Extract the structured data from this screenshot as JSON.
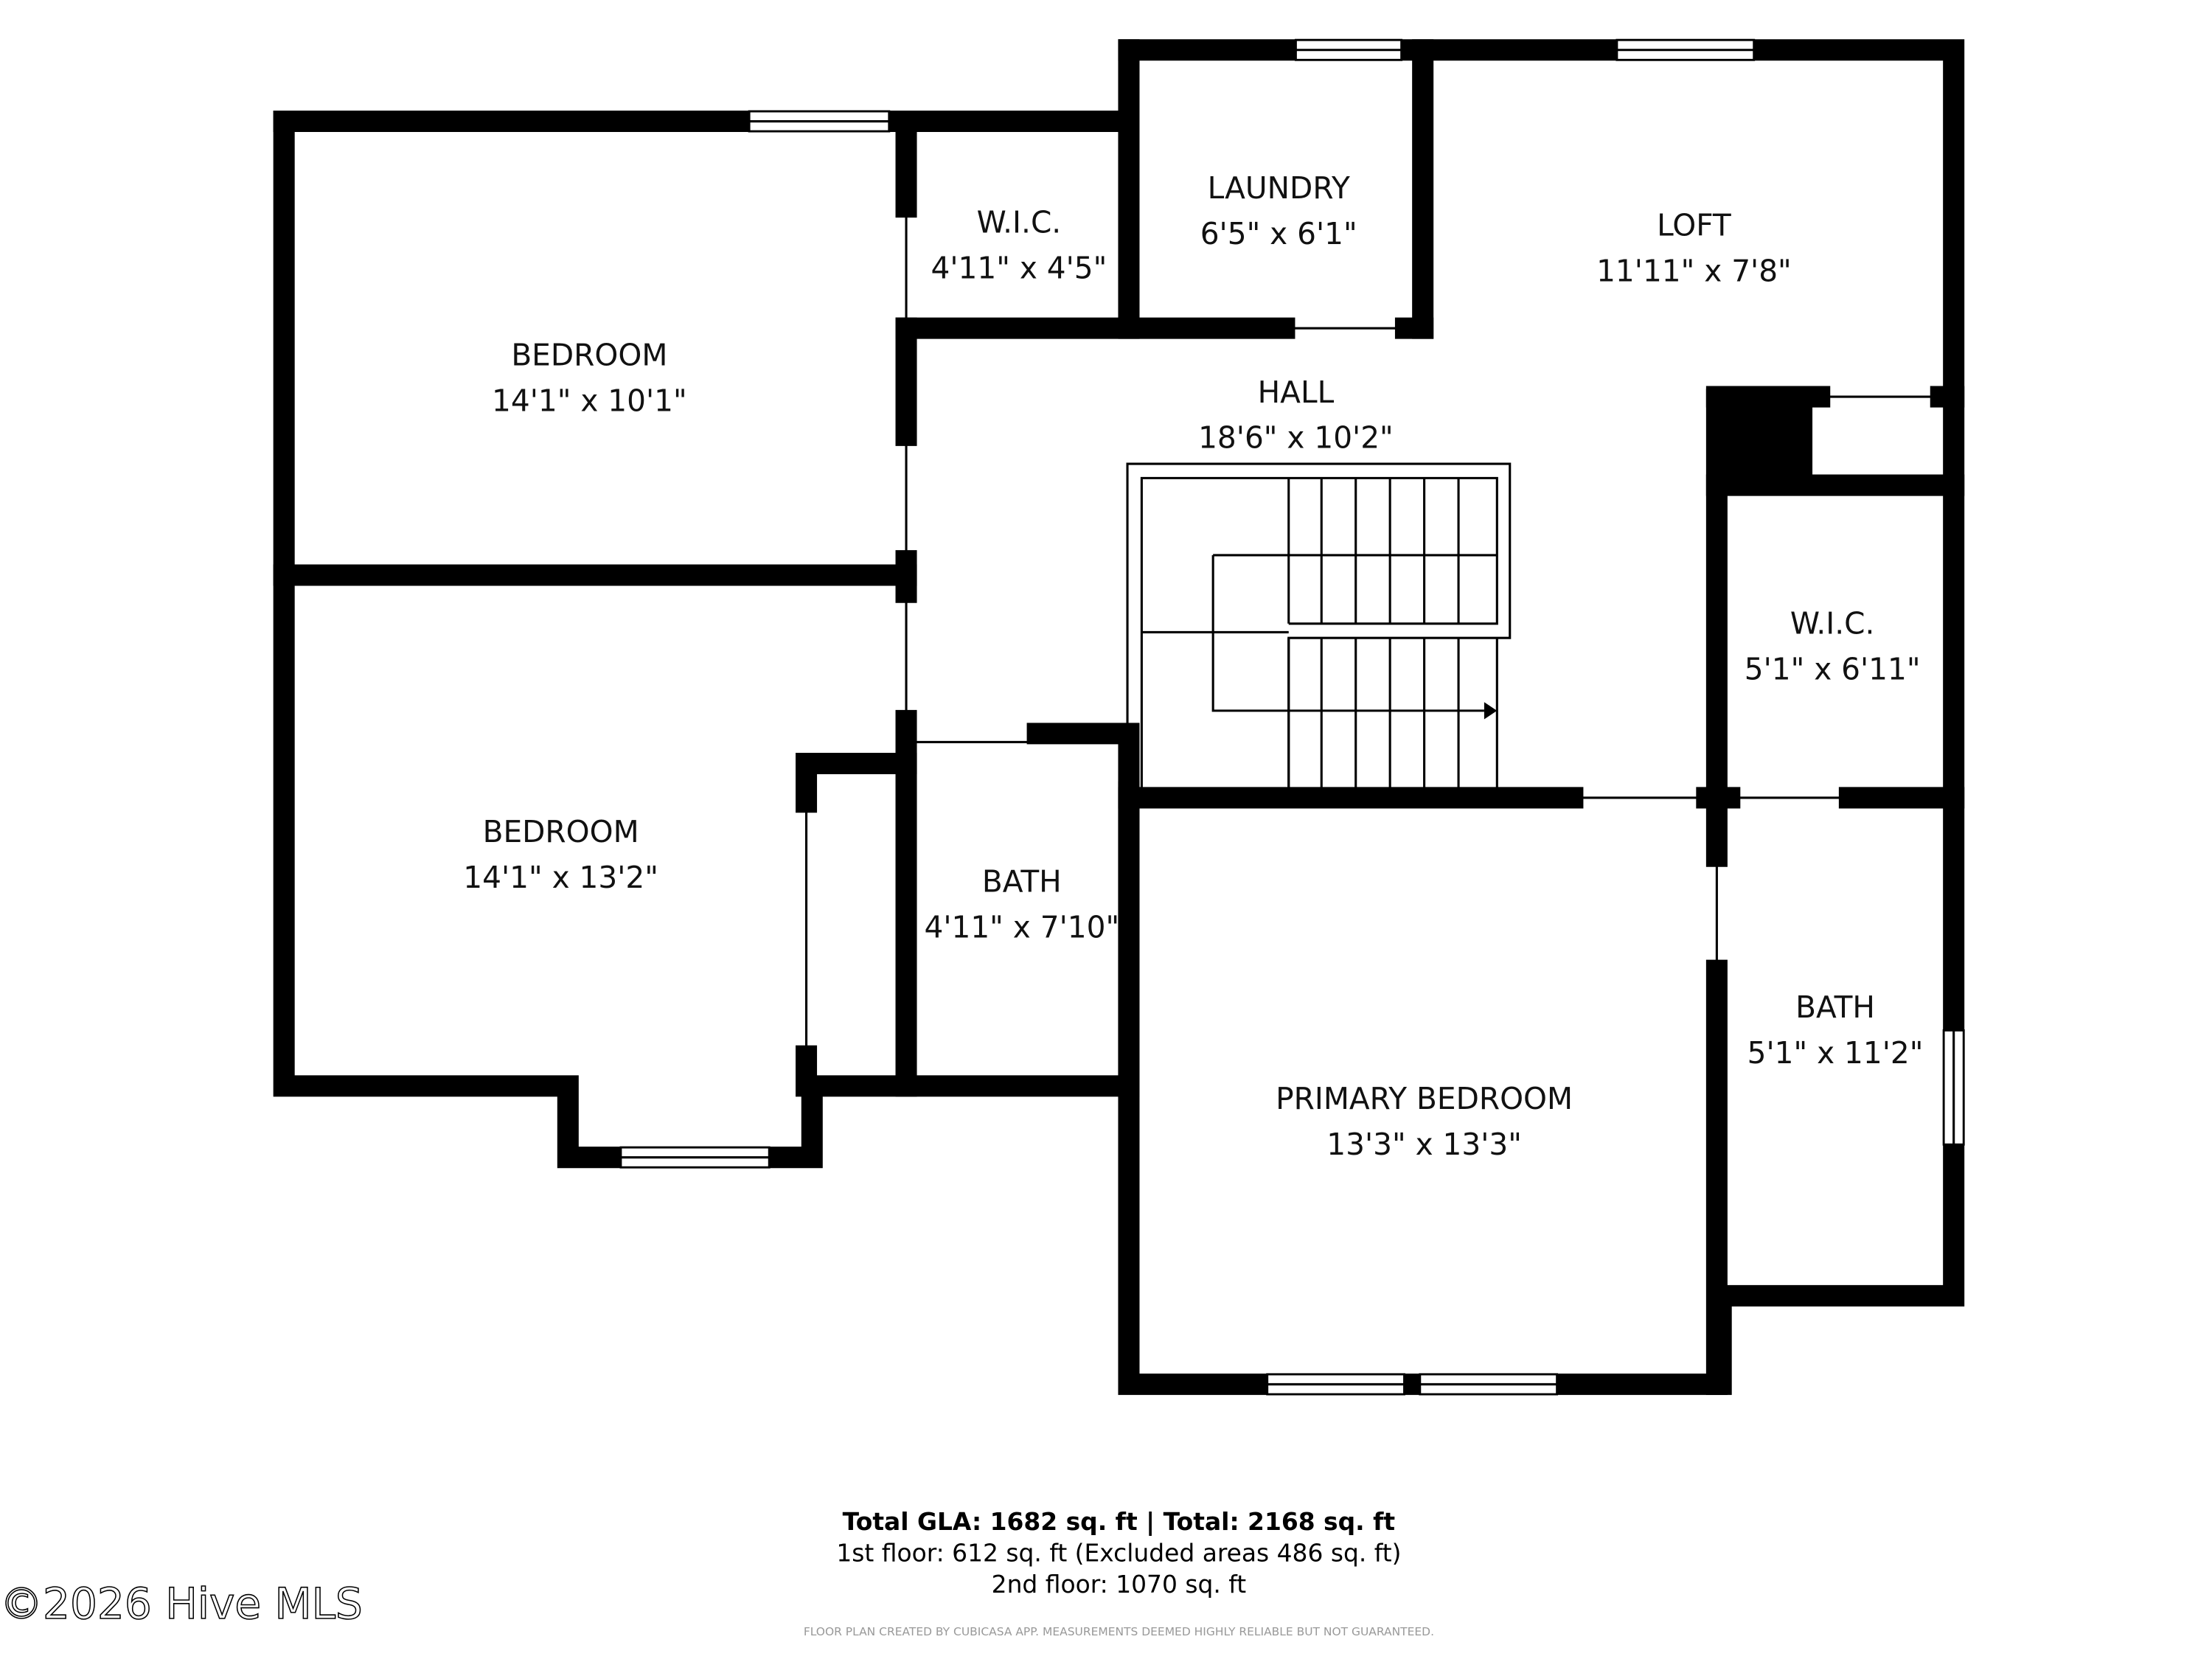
{
  "rooms": [
    {
      "name": "BEDROOM",
      "dims": "14'1\" x 10'1\""
    },
    {
      "name": "W.I.C.",
      "dims": "4'11\" x 4'5\""
    },
    {
      "name": "LAUNDRY",
      "dims": "6'5\" x 6'1\""
    },
    {
      "name": "LOFT",
      "dims": "11'11\" x 7'8\""
    },
    {
      "name": "HALL",
      "dims": "18'6\" x 10'2\""
    },
    {
      "name": "W.I.C.",
      "dims": "5'1\" x 6'11\""
    },
    {
      "name": "BEDROOM",
      "dims": "14'1\" x 13'2\""
    },
    {
      "name": "BATH",
      "dims": "4'11\" x 7'10\""
    },
    {
      "name": "PRIMARY BEDROOM",
      "dims": "13'3\" x 13'3\""
    },
    {
      "name": "BATH",
      "dims": "5'1\" x 11'2\""
    }
  ],
  "footer": {
    "totals": "Total GLA: 1682 sq. ft | Total: 2168 sq. ft",
    "first_floor": "1st floor: 612 sq. ft (Excluded areas 486 sq. ft)",
    "second_floor": "2nd floor: 1070 sq. ft",
    "disclaimer": "FLOOR PLAN CREATED BY CUBICASA APP. MEASUREMENTS DEEMED HIGHLY RELIABLE BUT NOT GUARANTEED."
  },
  "watermark": "©2026 Hive MLS"
}
